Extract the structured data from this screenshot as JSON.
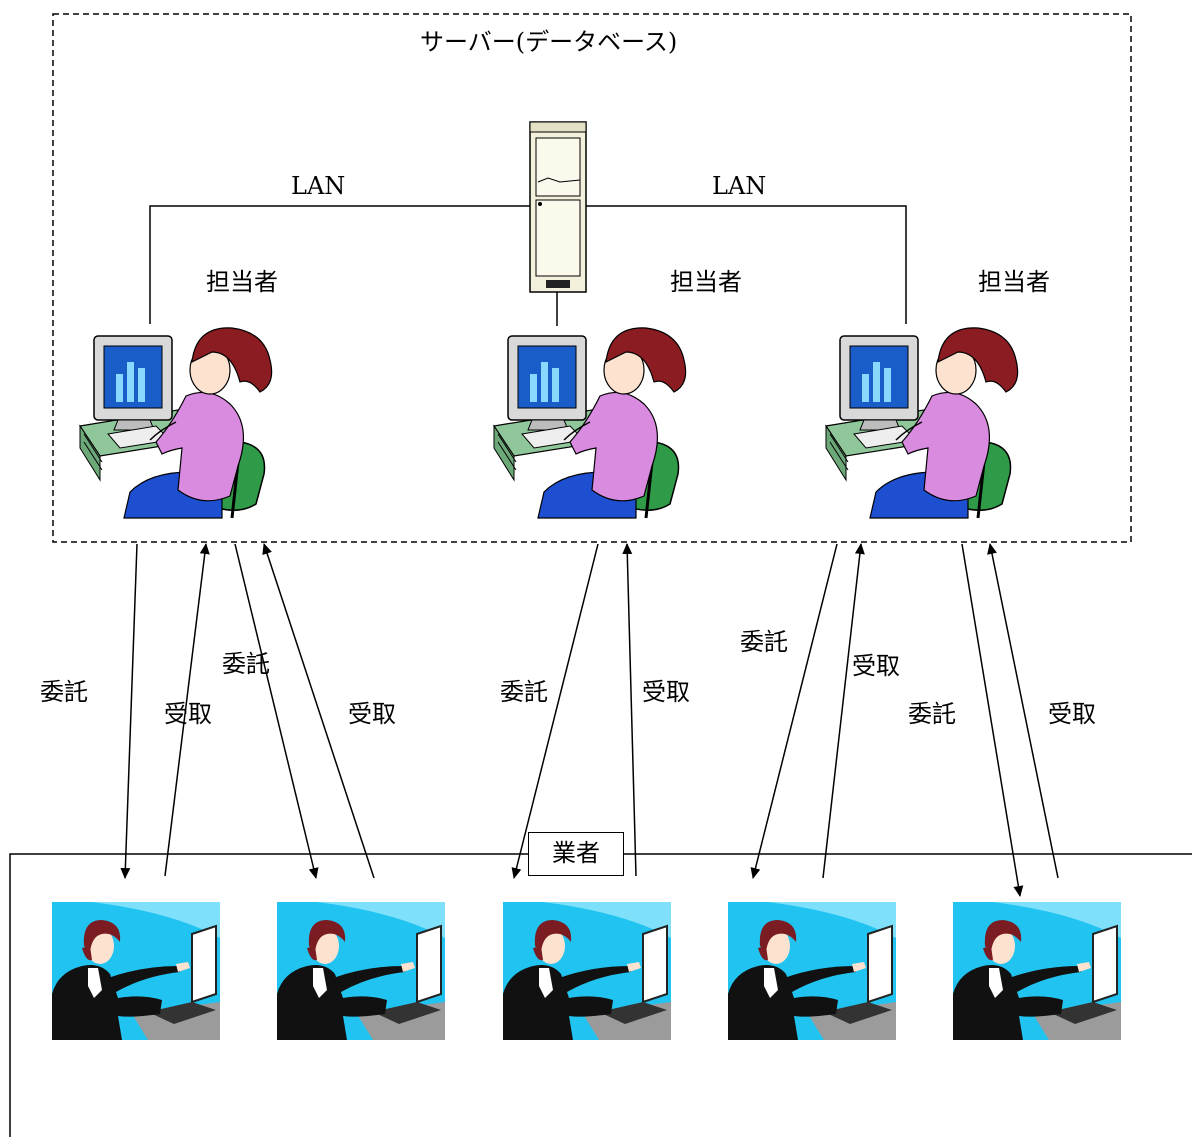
{
  "server_group": {
    "title": "サーバー(データベース)",
    "lan_left": "LAN",
    "lan_right": "LAN"
  },
  "staff": [
    {
      "label": "担当者"
    },
    {
      "label": "担当者"
    },
    {
      "label": "担当者"
    }
  ],
  "flows": {
    "consign": "委託",
    "receive": "受取",
    "labels": [
      {
        "text": "委託"
      },
      {
        "text": "受取"
      },
      {
        "text": "委託"
      },
      {
        "text": "受取"
      },
      {
        "text": "委託"
      },
      {
        "text": "受取"
      },
      {
        "text": "委託"
      },
      {
        "text": "受取"
      },
      {
        "text": "委託"
      },
      {
        "text": "受取"
      }
    ]
  },
  "vendor_group": {
    "label": "業者",
    "count": 5
  },
  "colors": {
    "line": "#000000",
    "monitor_screen": "#1a5cc8",
    "desk_green": "#8fc79a",
    "blouse": "#d98be0",
    "skirt": "#1f4fd1",
    "chair": "#2f9a48",
    "hair": "#8b1c22",
    "vendor_bg": "#21c4f0",
    "server_body": "#f3f0dc"
  }
}
